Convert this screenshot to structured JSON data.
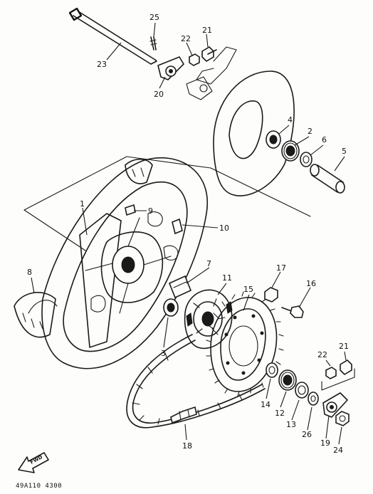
{
  "diagram": {
    "drawing_number": "49A110 4300",
    "direction_badge": "FWD",
    "callouts": [
      "23",
      "25",
      "22",
      "21",
      "20",
      "4",
      "2",
      "6",
      "5",
      "1",
      "9",
      "10",
      "8",
      "7",
      "11",
      "15",
      "17",
      "16",
      "3",
      "14",
      "12",
      "13",
      "26",
      "19",
      "24",
      "22",
      "21",
      "18"
    ]
  }
}
